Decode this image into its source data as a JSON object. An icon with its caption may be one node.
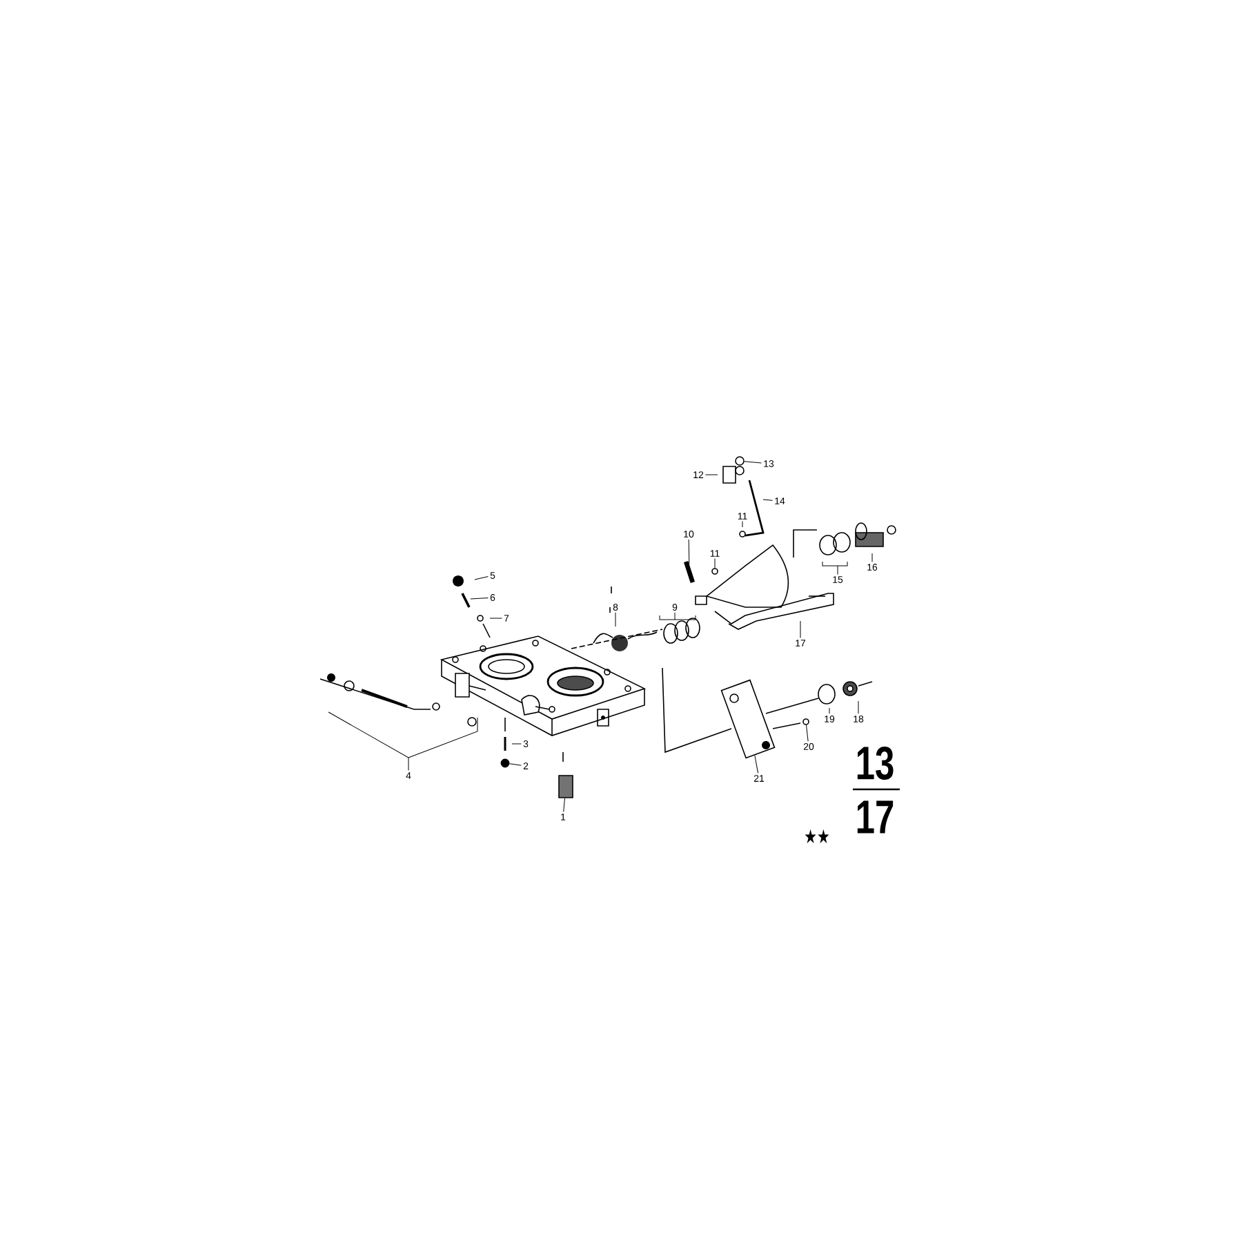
{
  "diagram": {
    "nodes": [
      {
        "text": [
          "1"
        ]
      },
      {
        "text": [
          "2"
        ]
      },
      {
        "text": [
          "3"
        ]
      },
      {
        "text": [
          "4"
        ]
      },
      {
        "text": [
          "5"
        ]
      },
      {
        "text": [
          "6"
        ]
      },
      {
        "text": [
          "7"
        ]
      },
      {
        "text": [
          "8"
        ]
      },
      {
        "text": [
          "9"
        ]
      },
      {
        "text": [
          "10"
        ]
      },
      {
        "text": [
          "11"
        ]
      },
      {
        "text": [
          "11"
        ]
      },
      {
        "text": [
          "12"
        ]
      },
      {
        "text": [
          "13"
        ]
      },
      {
        "text": [
          "14"
        ]
      },
      {
        "text": [
          "15"
        ]
      },
      {
        "text": [
          "16"
        ]
      },
      {
        "text": [
          "17"
        ]
      },
      {
        "text": [
          "18"
        ]
      },
      {
        "text": [
          "19"
        ]
      },
      {
        "text": [
          "20"
        ]
      },
      {
        "text": [
          "21"
        ]
      },
      {
        "text": [],
        "shape": "box"
      },
      {
        "text": [],
        "shape": "box"
      },
      {
        "text": [],
        "shape": "circle"
      },
      {
        "text": [],
        "shape": "bar"
      },
      {
        "text": [],
        "shape": "circle"
      },
      {
        "text": [],
        "shape": "circle"
      },
      {
        "text": [],
        "shape": "circle"
      }
    ],
    "edges": [
      {
        "from": 0,
        "to": 22,
        "arrow": "none"
      },
      {
        "from": 1,
        "to": 24,
        "arrow": "none"
      },
      {
        "from": 2,
        "to": null,
        "arrow": "none"
      },
      {
        "from": 3,
        "to": null,
        "arrow": "none"
      },
      {
        "from": 4,
        "to": null,
        "arrow": "none"
      },
      {
        "from": 5,
        "to": null,
        "arrow": "none"
      },
      {
        "from": 6,
        "to": null,
        "arrow": "none"
      },
      {
        "from": 7,
        "to": null,
        "arrow": "none"
      },
      {
        "from": 8,
        "to": null,
        "arrow": "none"
      },
      {
        "from": 9,
        "to": 25,
        "arrow": "none"
      },
      {
        "from": 10,
        "to": null,
        "arrow": "none"
      },
      {
        "from": 11,
        "to": 26,
        "arrow": "none"
      },
      {
        "from": 12,
        "to": null,
        "arrow": "none"
      },
      {
        "from": 13,
        "to": 27,
        "arrow": "none"
      },
      {
        "from": 14,
        "to": null,
        "arrow": "none"
      },
      {
        "from": 15,
        "to": null,
        "arrow": "none"
      },
      {
        "from": 16,
        "to": null,
        "arrow": "none"
      },
      {
        "from": 17,
        "to": null,
        "arrow": "none"
      },
      {
        "from": 18,
        "to": null,
        "arrow": "none"
      },
      {
        "from": 19,
        "to": null,
        "arrow": "none"
      },
      {
        "from": 20,
        "to": 28,
        "arrow": "none"
      },
      {
        "from": 21,
        "to": 23,
        "arrow": "none"
      }
    ],
    "labels": [
      "13",
      "17",
      "★★"
    ]
  }
}
